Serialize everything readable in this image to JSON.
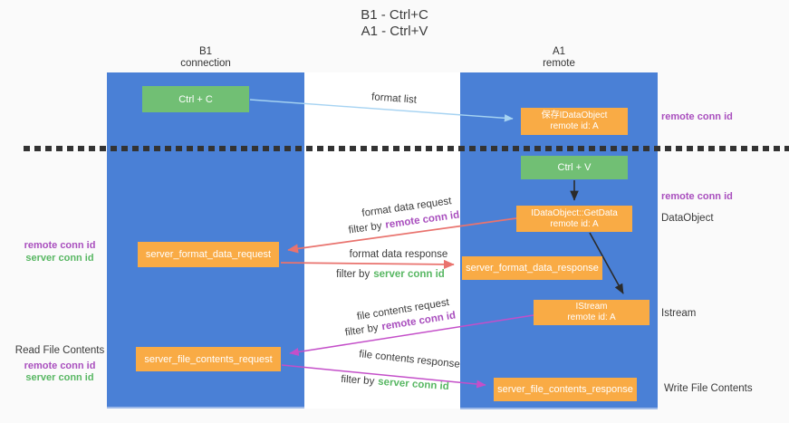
{
  "title": {
    "line1": "B1 - Ctrl+C",
    "line2": "A1 - Ctrl+V"
  },
  "lifelines": {
    "left": {
      "name": "B1",
      "role": "connection"
    },
    "right": {
      "name": "A1",
      "role": "remote"
    }
  },
  "nodes": {
    "ctrl_c": "Ctrl + C",
    "ctrl_v": "Ctrl + V",
    "save_idataobject_line1": "保存IDataObject",
    "save_idataobject_line2": "remote id: A",
    "getdata_line1": "IDataObject::GetData",
    "getdata_line2": "remote id: A",
    "istream_line1": "IStream",
    "istream_line2": "remote id: A",
    "server_format_data_request": "server_format_data_request",
    "server_format_data_response": "server_format_data_response",
    "server_file_contents_request": "server_file_contents_request",
    "server_file_contents_response": "server_file_contents_response"
  },
  "edge_labels": {
    "format_list": "format list",
    "format_data_request": "format data request",
    "format_data_response": "format data response",
    "file_contents_request": "file contents request",
    "file_contents_response": "file contents response",
    "filter_by": "filter by"
  },
  "side_labels": {
    "remote_conn_id": "remote conn id",
    "server_conn_id": "server conn id",
    "dataobject": "DataObject",
    "istream": "Istream",
    "read_file_contents": "Read File Contents",
    "write_file_contents": "Write File Contents"
  },
  "colors": {
    "column_blue": "#4a80d6",
    "box_orange": "#f9ab45",
    "box_green": "#71bf74",
    "arrow_blue": "#a6d3f2",
    "arrow_black": "#2b2b2b",
    "arrow_salmon": "#e9736e",
    "arrow_magenta": "#c44fc9",
    "text_purple": "#a94fbe",
    "text_green": "#58b763",
    "text_dark": "#3c3c3c",
    "dash_color": "#333333",
    "bg": "#fafafa",
    "canvas_white": "#ffffff"
  }
}
